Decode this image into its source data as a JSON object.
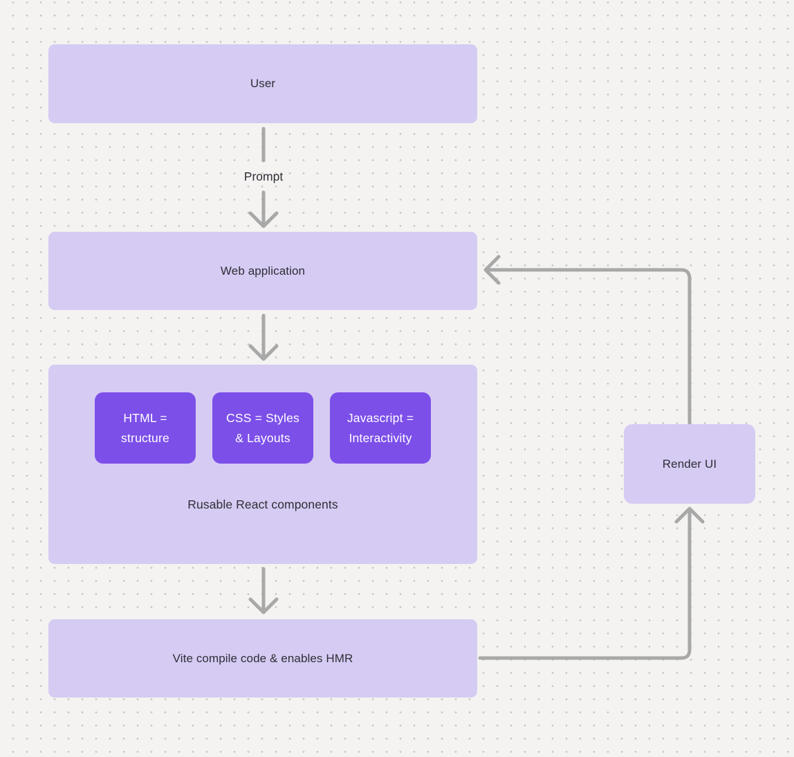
{
  "diagram": {
    "nodes": {
      "user": {
        "label": "User"
      },
      "web_application": {
        "label": "Web application"
      },
      "components_group": {
        "caption": "Rusable React components",
        "children": [
          {
            "label": "HTML =\nstructure"
          },
          {
            "label": "CSS = Styles\n& Layouts"
          },
          {
            "label": "Javascript =\nInteractivity"
          }
        ]
      },
      "vite": {
        "label": "Vite compile code & enables HMR"
      },
      "render_ui": {
        "label": "Render UI"
      }
    },
    "edges": {
      "user_to_webapp": {
        "label": "Prompt",
        "from": "user",
        "to": "web_application"
      },
      "webapp_to_group": {
        "label": "",
        "from": "web_application",
        "to": "components_group"
      },
      "group_to_vite": {
        "label": "",
        "from": "components_group",
        "to": "vite"
      },
      "vite_to_render": {
        "label": "",
        "from": "vite",
        "to": "render_ui"
      },
      "render_to_webapp": {
        "label": "",
        "from": "render_ui",
        "to": "web_application"
      }
    },
    "colors": {
      "background": "#f4f3f1",
      "dot_grid": "#c7c6c4",
      "node_fill": "#d6cbf3",
      "accent_fill": "#7c4fe9",
      "accent_text": "#ffffff",
      "text": "#2e2e36",
      "connector": "#a8a8a8"
    }
  }
}
